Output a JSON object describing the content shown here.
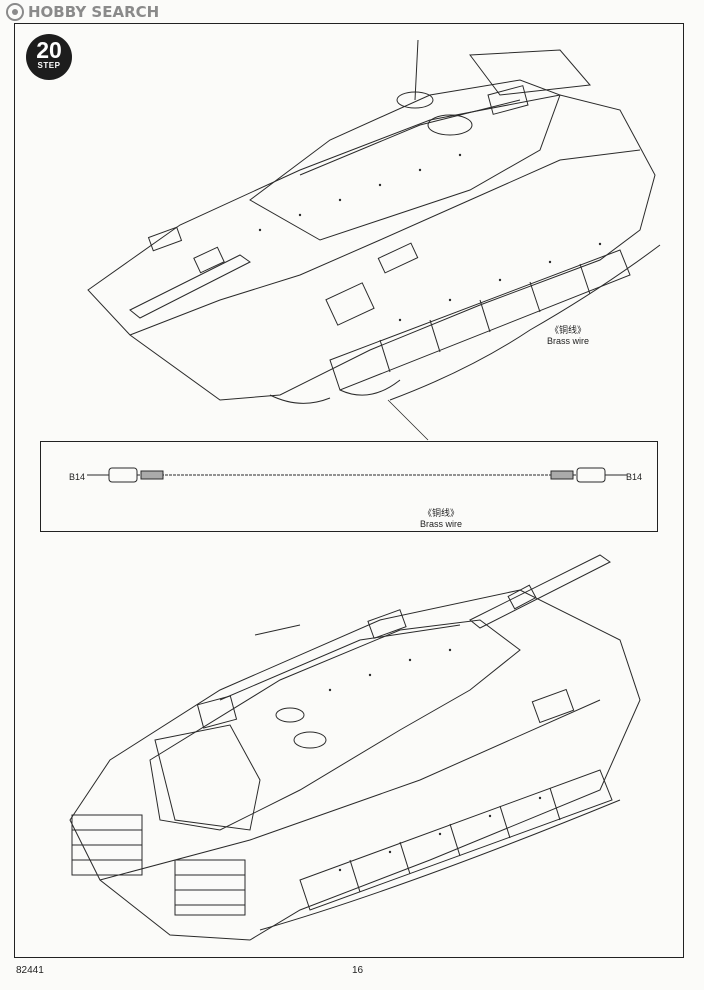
{
  "watermark": {
    "brand": "HOBBY SEARCH"
  },
  "step": {
    "number": "20",
    "word": "STEP"
  },
  "upper_callout": {
    "chinese": "《铜线》",
    "english": "Brass wire"
  },
  "detail": {
    "left_part": "B14",
    "right_part": "B14",
    "chinese": "《铜线》",
    "english": "Brass wire"
  },
  "footer": {
    "product_code": "82441",
    "page_number": "16"
  }
}
